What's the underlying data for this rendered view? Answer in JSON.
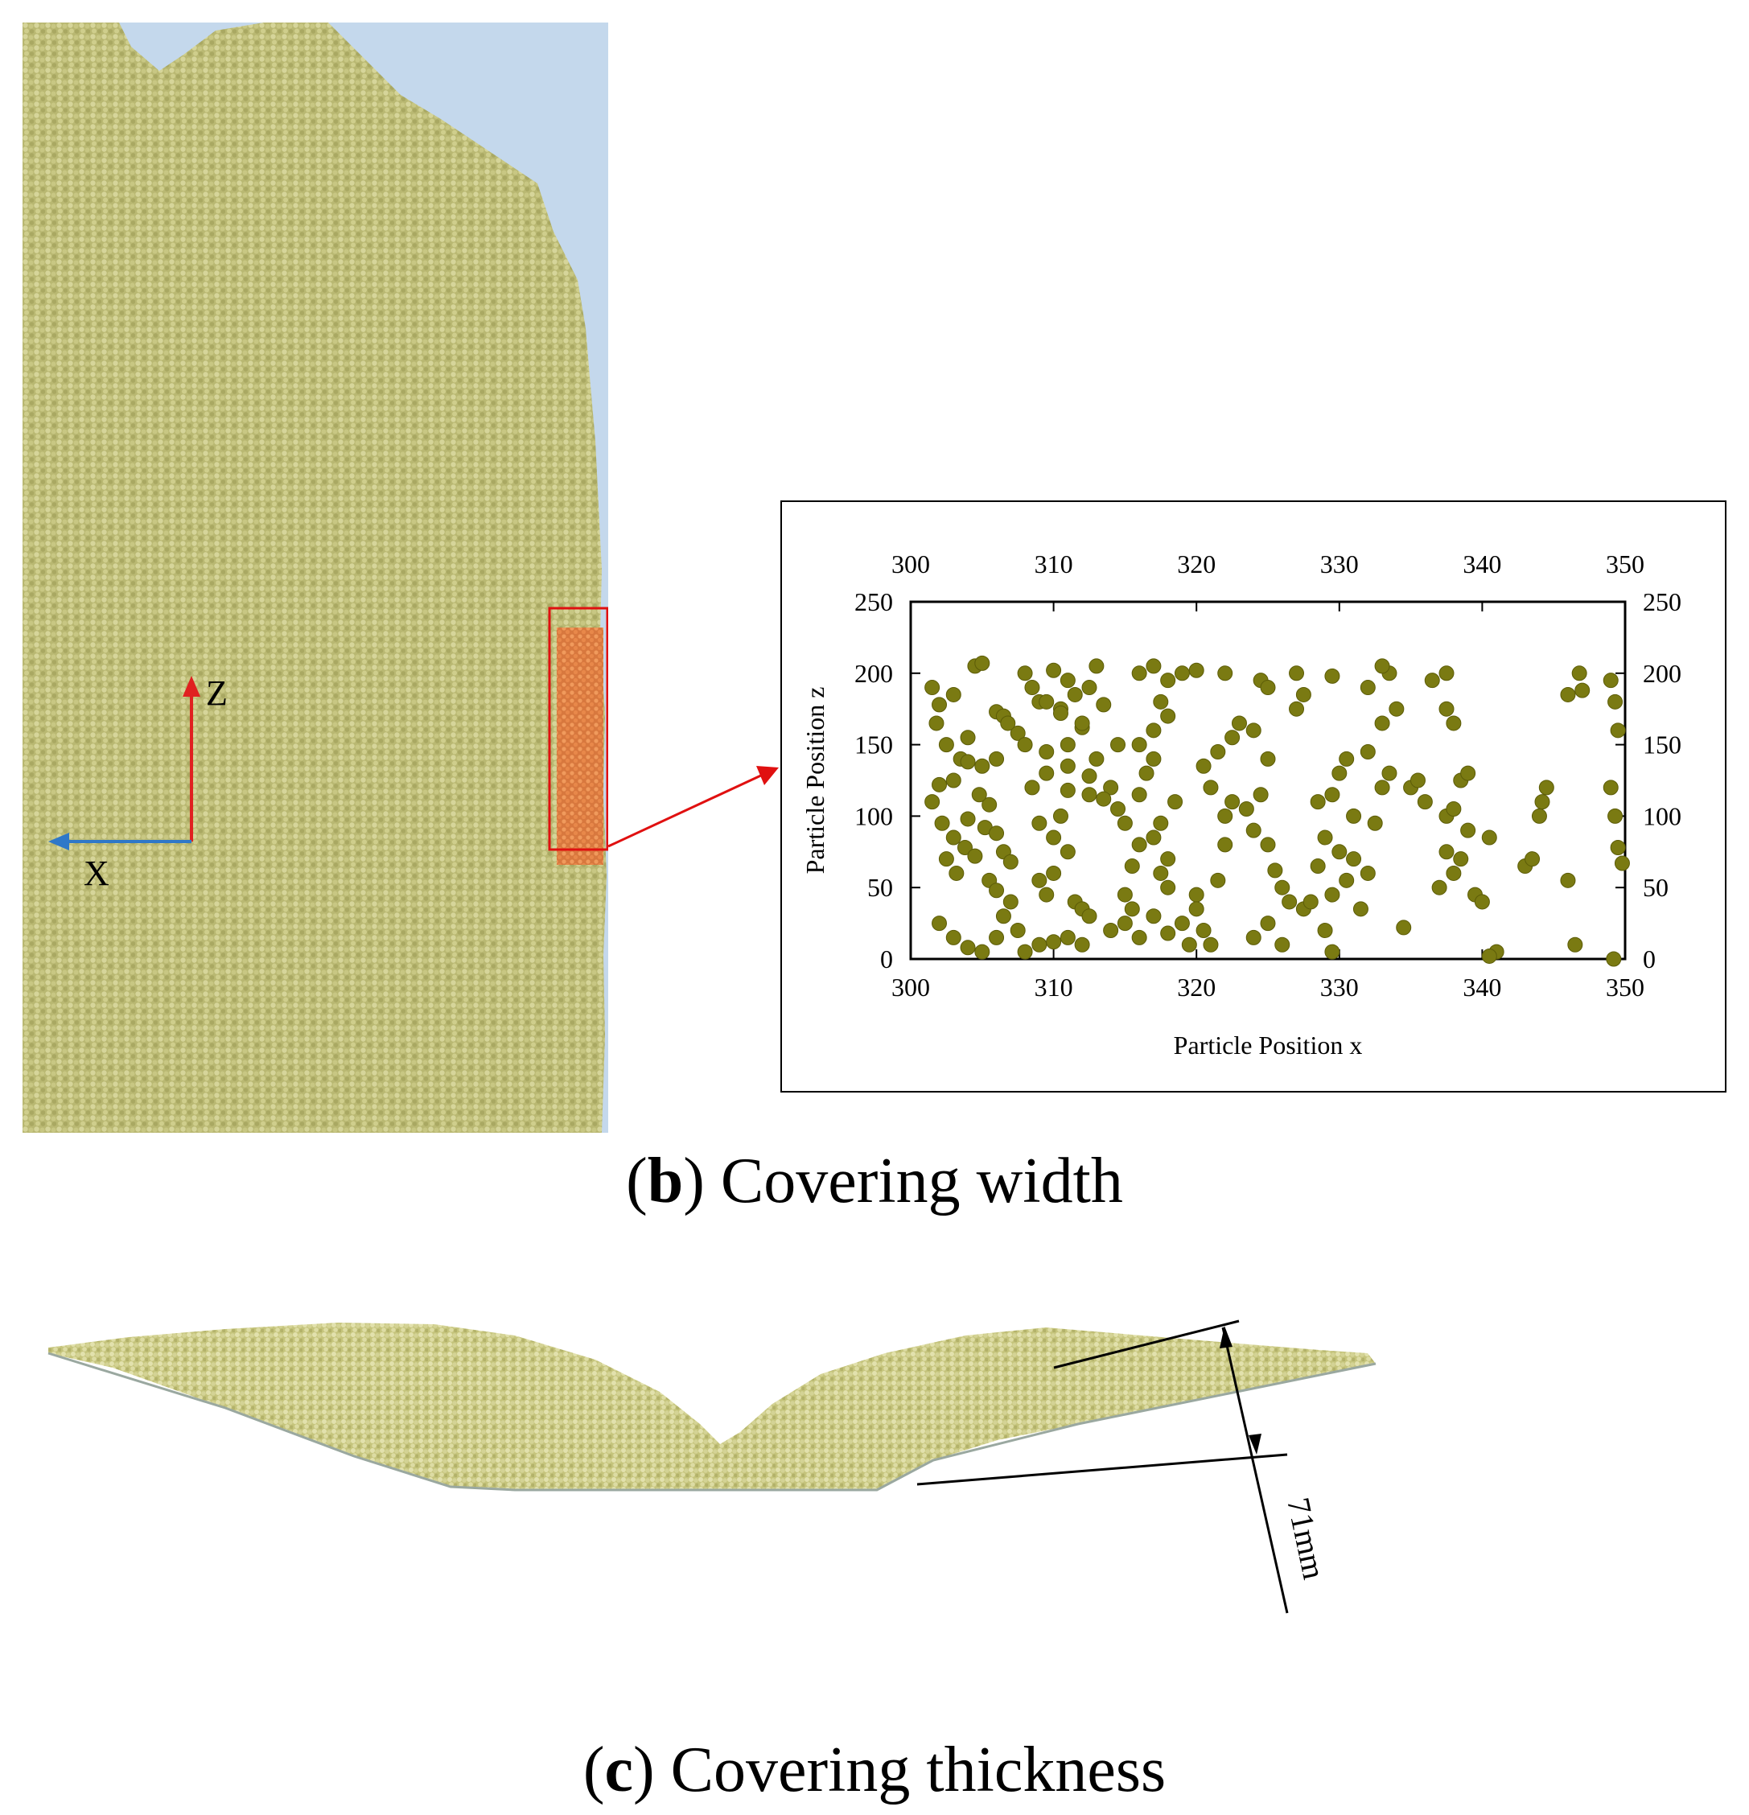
{
  "colors": {
    "particle": "#c9c87e",
    "particle_dark": "#8f8f4a",
    "marked_particle": "#e8884a",
    "background_sky": "#c4d8ec",
    "highlight_box": "#e01010",
    "axis_z": "#e02020",
    "axis_x": "#2f78c8",
    "scatter_point": "#7a7a12"
  },
  "simulation_view": {
    "axis_z_label": "Z",
    "axis_x_label": "X"
  },
  "caption_b": {
    "letter": "b",
    "open": "(",
    "close": ")",
    "text": " Covering width"
  },
  "thickness_view": {
    "dimension_label": "71mm"
  },
  "caption_c": {
    "letter": "c",
    "open": "(",
    "close": ")",
    "text": " Covering thickness"
  },
  "chart_data": {
    "type": "scatter",
    "title": "",
    "xlabel": "Particle Position x",
    "ylabel": "Particle Position z",
    "xlim": [
      300,
      350
    ],
    "ylim": [
      0,
      250
    ],
    "xticks": [
      300,
      310,
      320,
      330,
      340,
      350
    ],
    "yticks": [
      0,
      50,
      100,
      150,
      200,
      250
    ],
    "grid": false,
    "legend": "none",
    "points": [
      [
        301.5,
        190
      ],
      [
        302,
        178
      ],
      [
        301.8,
        165
      ],
      [
        303,
        185
      ],
      [
        302.5,
        150
      ],
      [
        303.5,
        140
      ],
      [
        304,
        155
      ],
      [
        304.5,
        205
      ],
      [
        305,
        207
      ],
      [
        306,
        173
      ],
      [
        306.5,
        170
      ],
      [
        307.5,
        158
      ],
      [
        308,
        200
      ],
      [
        308.5,
        190
      ],
      [
        309,
        180
      ],
      [
        310,
        202
      ],
      [
        310.5,
        175
      ],
      [
        311,
        195
      ],
      [
        311.5,
        185
      ],
      [
        312.5,
        190
      ],
      [
        313,
        205
      ],
      [
        313.5,
        178
      ],
      [
        312,
        162
      ],
      [
        311,
        150
      ],
      [
        309.5,
        145
      ],
      [
        308,
        150
      ],
      [
        306,
        140
      ],
      [
        305,
        135
      ],
      [
        304,
        138
      ],
      [
        303,
        125
      ],
      [
        302,
        122
      ],
      [
        301.5,
        110
      ],
      [
        302.2,
        95
      ],
      [
        303,
        85
      ],
      [
        303.8,
        78
      ],
      [
        304.5,
        72
      ],
      [
        302.5,
        70
      ],
      [
        303.2,
        60
      ],
      [
        304,
        98
      ],
      [
        305.2,
        92
      ],
      [
        305.5,
        108
      ],
      [
        304.8,
        115
      ],
      [
        306,
        88
      ],
      [
        306.5,
        75
      ],
      [
        307,
        68
      ],
      [
        305.5,
        55
      ],
      [
        306,
        48
      ],
      [
        307,
        40
      ],
      [
        306.5,
        30
      ],
      [
        307.5,
        20
      ],
      [
        306,
        15
      ],
      [
        305,
        5
      ],
      [
        304,
        8
      ],
      [
        303,
        15
      ],
      [
        302,
        25
      ],
      [
        308,
        5
      ],
      [
        309,
        10
      ],
      [
        310,
        12
      ],
      [
        311,
        15
      ],
      [
        312,
        10
      ],
      [
        309,
        55
      ],
      [
        310,
        60
      ],
      [
        309.5,
        45
      ],
      [
        311.5,
        40
      ],
      [
        312,
        35
      ],
      [
        312.5,
        30
      ],
      [
        311,
        75
      ],
      [
        310,
        85
      ],
      [
        309,
        95
      ],
      [
        310.5,
        100
      ],
      [
        311,
        118
      ],
      [
        312.5,
        128
      ],
      [
        313,
        140
      ],
      [
        314,
        120
      ],
      [
        313.5,
        112
      ],
      [
        312.5,
        115
      ],
      [
        308.5,
        120
      ],
      [
        309.5,
        130
      ],
      [
        311,
        135
      ],
      [
        314,
        20
      ],
      [
        315,
        25
      ],
      [
        315.5,
        35
      ],
      [
        315,
        45
      ],
      [
        315.5,
        65
      ],
      [
        316,
        80
      ],
      [
        315,
        95
      ],
      [
        314.5,
        105
      ],
      [
        316,
        115
      ],
      [
        316.5,
        130
      ],
      [
        317,
        140
      ],
      [
        316,
        150
      ],
      [
        317,
        160
      ],
      [
        318,
        170
      ],
      [
        317.5,
        180
      ],
      [
        318,
        195
      ],
      [
        319,
        200
      ],
      [
        316,
        200
      ],
      [
        317,
        205
      ],
      [
        318.5,
        110
      ],
      [
        317.5,
        95
      ],
      [
        317,
        85
      ],
      [
        318,
        70
      ],
      [
        317.5,
        60
      ],
      [
        318,
        50
      ],
      [
        317,
        30
      ],
      [
        316,
        15
      ],
      [
        318,
        18
      ],
      [
        319.5,
        10
      ],
      [
        319,
        25
      ],
      [
        320,
        45
      ],
      [
        320,
        35
      ],
      [
        320.5,
        20
      ],
      [
        321,
        10
      ],
      [
        321.5,
        55
      ],
      [
        322,
        80
      ],
      [
        322,
        100
      ],
      [
        322.5,
        110
      ],
      [
        321,
        120
      ],
      [
        320.5,
        135
      ],
      [
        321.5,
        145
      ],
      [
        322.5,
        155
      ],
      [
        323,
        165
      ],
      [
        324,
        160
      ],
      [
        325,
        140
      ],
      [
        324.5,
        115
      ],
      [
        323.5,
        105
      ],
      [
        324,
        90
      ],
      [
        325,
        80
      ],
      [
        325.5,
        62
      ],
      [
        326,
        50
      ],
      [
        326.5,
        40
      ],
      [
        325,
        25
      ],
      [
        324,
        15
      ],
      [
        326,
        10
      ],
      [
        327.5,
        35
      ],
      [
        328,
        40
      ],
      [
        328.5,
        65
      ],
      [
        329,
        85
      ],
      [
        328.5,
        110
      ],
      [
        329.5,
        115
      ],
      [
        330,
        130
      ],
      [
        330.5,
        140
      ],
      [
        331,
        100
      ],
      [
        330,
        75
      ],
      [
        331,
        70
      ],
      [
        330.5,
        55
      ],
      [
        329.5,
        45
      ],
      [
        329,
        20
      ],
      [
        329.5,
        5
      ],
      [
        331.5,
        35
      ],
      [
        332,
        60
      ],
      [
        332.5,
        95
      ],
      [
        333,
        120
      ],
      [
        333.5,
        130
      ],
      [
        332,
        145
      ],
      [
        333,
        165
      ],
      [
        334,
        175
      ],
      [
        333.5,
        200
      ],
      [
        333,
        205
      ],
      [
        332,
        190
      ],
      [
        334.5,
        22
      ],
      [
        335,
        120
      ],
      [
        335.5,
        125
      ],
      [
        336,
        110
      ],
      [
        337,
        50
      ],
      [
        337.5,
        75
      ],
      [
        338,
        60
      ],
      [
        338.5,
        70
      ],
      [
        339,
        90
      ],
      [
        339.5,
        45
      ],
      [
        340,
        40
      ],
      [
        340.5,
        85
      ],
      [
        341,
        5
      ],
      [
        337.5,
        100
      ],
      [
        338,
        105
      ],
      [
        338.5,
        125
      ],
      [
        339,
        130
      ],
      [
        336.5,
        195
      ],
      [
        337.5,
        200
      ],
      [
        337.5,
        175
      ],
      [
        338,
        165
      ],
      [
        340.5,
        2
      ],
      [
        343,
        65
      ],
      [
        343.5,
        70
      ],
      [
        344,
        100
      ],
      [
        344.2,
        110
      ],
      [
        344.5,
        120
      ],
      [
        346,
        55
      ],
      [
        346.5,
        10
      ],
      [
        346,
        185
      ],
      [
        346.8,
        200
      ],
      [
        347,
        188
      ],
      [
        349,
        195
      ],
      [
        349.3,
        180
      ],
      [
        349.5,
        160
      ],
      [
        349,
        120
      ],
      [
        349.3,
        100
      ],
      [
        349.5,
        78
      ],
      [
        349.8,
        67
      ],
      [
        349.2,
        0
      ],
      [
        324.5,
        195
      ],
      [
        325,
        190
      ],
      [
        327,
        200
      ],
      [
        327.5,
        185
      ],
      [
        327,
        175
      ],
      [
        329.5,
        198
      ],
      [
        322,
        200
      ],
      [
        320,
        202
      ],
      [
        309.5,
        180
      ],
      [
        310.5,
        172
      ],
      [
        312,
        165
      ],
      [
        306.8,
        165
      ],
      [
        314.5,
        150
      ]
    ]
  }
}
